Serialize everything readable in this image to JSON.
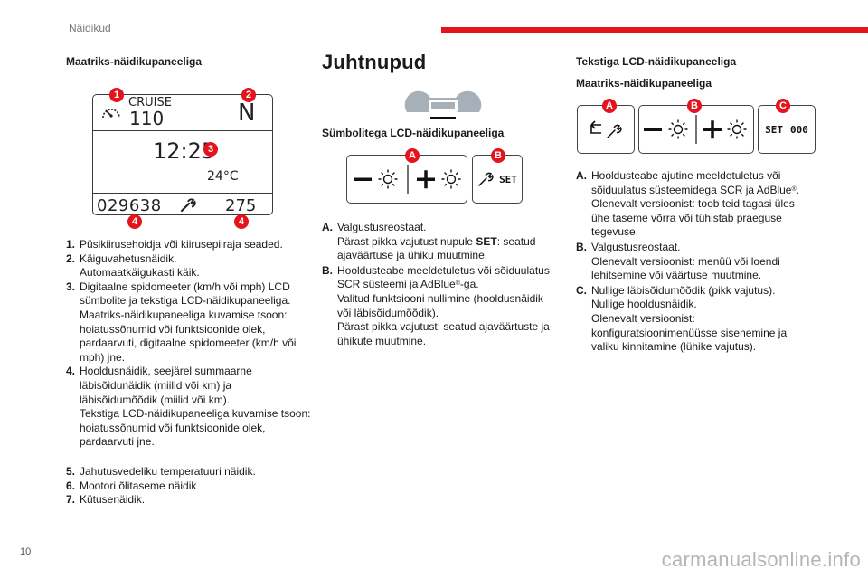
{
  "header": {
    "section": "Näidikud"
  },
  "colors": {
    "accent": "#e3141b",
    "text": "#1a1a1a"
  },
  "left": {
    "title": "Maatriks-näidikupaneeliga",
    "display": {
      "cruise": "CRUISE",
      "speed": "110",
      "gear": "N",
      "time": "12:25",
      "temp": "24°C",
      "odometer": "029638",
      "range": "275",
      "badges": [
        "1",
        "2",
        "3",
        "4",
        "4"
      ]
    },
    "items": [
      {
        "n": "1.",
        "lines": [
          "Püsikiirusehoidja või kiirusepiiraja seaded."
        ]
      },
      {
        "n": "2.",
        "lines": [
          "Käiguvahetusnäidik.",
          "Automaatkäigukasti käik."
        ]
      },
      {
        "n": "3.",
        "lines": [
          "Digitaalne spidomeeter (km/h või mph) LCD sümbolite ja tekstiga LCD-näidikupaneeliga.",
          "Maatriks-näidikupaneeliga kuvamise tsoon: hoiatussõnumid või funktsioonide olek, pardaarvuti, digitaalne spidomeeter (km/h või mph) jne."
        ]
      },
      {
        "n": "4.",
        "lines": [
          "Hooldusnäidik, seejärel summaarne läbisõidunäidik (miilid või km) ja läbisõidumõõdik (miilid või km).",
          "Tekstiga LCD-näidikupaneeliga kuvamise tsoon: hoiatussõnumid või funktsioonide olek, pardaarvuti jne."
        ]
      }
    ],
    "items2": [
      {
        "n": "5.",
        "text": "Jahutusvedeliku temperatuuri näidik."
      },
      {
        "n": "6.",
        "text": "Mootori õlitaseme näidik"
      },
      {
        "n": "7.",
        "text": "Kütusenäidik."
      }
    ]
  },
  "middle": {
    "title": "Juhtnupud",
    "subtitle": "Sümbolitega LCD-näidikupaneeliga",
    "badges": [
      "A",
      "B"
    ],
    "set_label": "SET",
    "items": [
      {
        "n": "A.",
        "parts": [
          {
            "t": "Valgustusreostaat.",
            "br": true
          },
          {
            "t": "Pärast pikka vajutust nupule "
          },
          {
            "t": "SET",
            "bold": true
          },
          {
            "t": ": seatud ajaväärtuse ja ühiku muutmine."
          }
        ]
      },
      {
        "n": "B.",
        "parts": [
          {
            "t": "Hooldusteabe meeldetuletus või sõiduulatus SCR süsteemi ja AdBlue"
          },
          {
            "t": "®",
            "sup": true
          },
          {
            "t": "-ga.",
            "br": true
          },
          {
            "t": "Valitud funktsiooni nullimine (hooldusnäidik või läbisõidumõõdik).",
            "br": true
          },
          {
            "t": "Pärast pikka vajutust: seatud ajaväärtuste ja ühikute muutmine."
          }
        ]
      }
    ]
  },
  "right": {
    "title": "Tekstiga LCD-näidikupaneeliga",
    "subtitle": "Maatriks-näidikupaneeliga",
    "badges": [
      "A",
      "B",
      "C"
    ],
    "set_label": "SET",
    "set_value": "000",
    "items": [
      {
        "n": "A.",
        "parts": [
          {
            "t": "Hooldusteabe ajutine meeldetuletus või sõiduulatus süsteemidega SCR ja AdBlue"
          },
          {
            "t": "®",
            "sup": true
          },
          {
            "t": ".",
            "br": true
          },
          {
            "t": "Olenevalt versioonist: toob teid tagasi üles ühe taseme võrra või tühistab praeguse tegevuse."
          }
        ]
      },
      {
        "n": "B.",
        "parts": [
          {
            "t": "Valgustusreostaat.",
            "br": true
          },
          {
            "t": "Olenevalt versioonist: menüü või loendi lehitsemine või väärtuse muutmine."
          }
        ]
      },
      {
        "n": "C.",
        "parts": [
          {
            "t": "Nullige läbisõidumõõdik (pikk vajutus).",
            "br": true
          },
          {
            "t": "Nullige hooldusnäidik.",
            "br": true
          },
          {
            "t": "Olenevalt versioonist:",
            "br": true
          },
          {
            "t": "konfiguratsioonimenüüsse sisenemine ja valiku kinnitamine (lühike vajutus)."
          }
        ]
      }
    ]
  },
  "footer": {
    "page": "10",
    "site": "carmanualsonline.info"
  }
}
